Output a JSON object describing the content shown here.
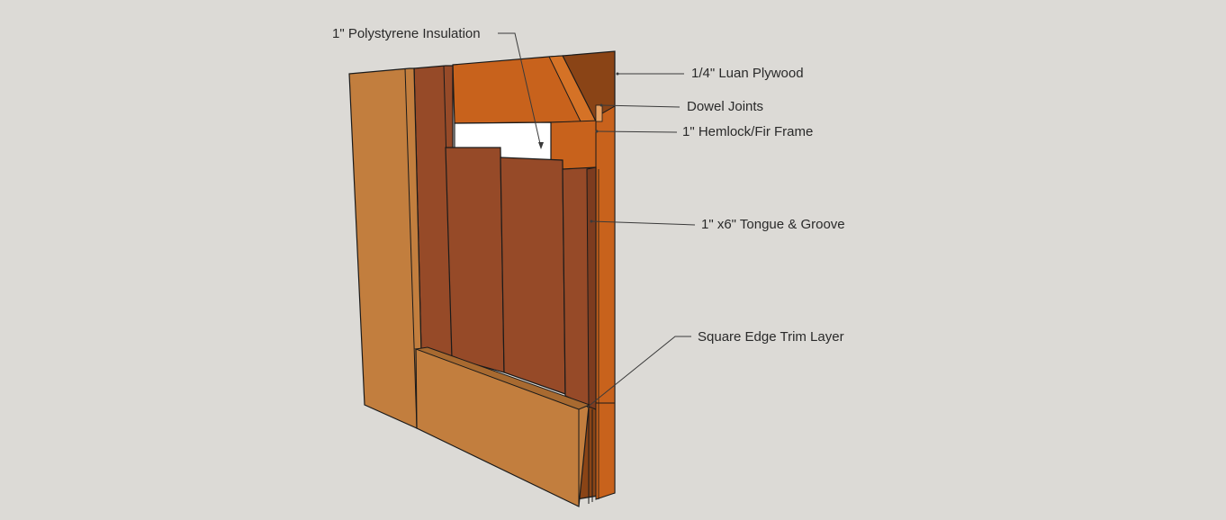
{
  "diagram": {
    "background": "#dcdad6",
    "colors": {
      "outline": "#1a1a1a",
      "trim_face": "#c27e3e",
      "trim_edge": "#a86a30",
      "tongue_groove": "#964a28",
      "tongue_groove_dark": "#7d3c1f",
      "frame": "#c8621c",
      "frame_top": "#d57226",
      "plywood": "#8a4416",
      "insulation": "#ffffff",
      "leader_line": "#3a3a3a"
    },
    "labels": [
      {
        "id": "polystyrene",
        "text": "1\" Polystyrene Insulation"
      },
      {
        "id": "luan",
        "text": "1/4\" Luan Plywood"
      },
      {
        "id": "dowel",
        "text": "Dowel Joints"
      },
      {
        "id": "hemlock",
        "text": "1\" Hemlock/Fir Frame"
      },
      {
        "id": "tongue",
        "text": "1\" x6\" Tongue & Groove"
      },
      {
        "id": "trim",
        "text": "Square Edge Trim Layer"
      }
    ]
  }
}
